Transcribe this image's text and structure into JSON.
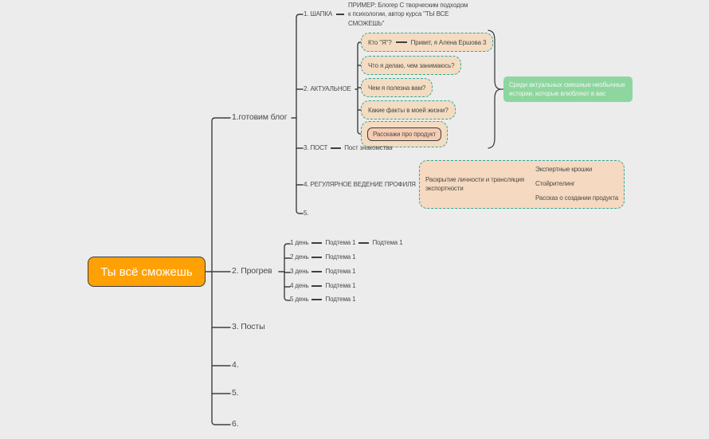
{
  "root": {
    "label": "Ты всё сможешь"
  },
  "colors": {
    "background": "#ececec",
    "root_fill": "#ffa104",
    "root_text": "#ffffff",
    "line": "#3f3f3f",
    "text": "#4a4a4a",
    "topic_fill": "#f3dcc1",
    "dashed_border": "#2fa89e",
    "highlight_fill": "#f6ccb2",
    "summary_fill": "#8ed69f",
    "summary_text": "#f0f8f0"
  },
  "blog": {
    "label": "1.готовим блог",
    "shapka": {
      "label": "1. ШАПКА",
      "note": "ПРИМЕР:  Блогер С творческим подходом\nк психологии, автор курса \"ТЫ ВСЕ\nСМОЖЕШЬ\""
    },
    "aktualnoe": {
      "label": "2. АКТУАЛЬНОЕ",
      "items": [
        {
          "label": "Кто \"Я\"?",
          "detail": "Привет, я Алена Ершова 3"
        },
        {
          "label": "Что я делаю, чем занимаюсь?"
        },
        {
          "label": "Чем я полезна вам?"
        },
        {
          "label": "Какие факты в моей жизни?"
        },
        {
          "label": "Расскажи про продукт"
        }
      ],
      "summary": "Среди актуальных смешные необычные истории, которые влюбляют в вас"
    },
    "post": {
      "label": "3. ПОСТ",
      "child": "Пост знакомства"
    },
    "regular": {
      "label": "4. РЕГУЛЯРНОЕ ВЕДЕНИЕ ПРОФИЛЯ",
      "topic": "Раскрытие личности и трансляция экспортности",
      "subtopics": [
        "Экспертные крошки",
        "Стойрителинг",
        "Рассказ о создании продукта"
      ]
    },
    "item5": {
      "label": "5."
    }
  },
  "progrev": {
    "label": "2. Прогрев",
    "days": [
      {
        "label": "1 день",
        "topics": [
          "Подтема 1",
          "Подтема 1"
        ]
      },
      {
        "label": "2 день",
        "topics": [
          "Подтема 1"
        ]
      },
      {
        "label": "3 день",
        "topics": [
          "Подтема 1"
        ]
      },
      {
        "label": "4 день",
        "topics": [
          "Подтема 1"
        ]
      },
      {
        "label": "5 день",
        "topics": [
          "Подтема 1"
        ]
      }
    ]
  },
  "posts": {
    "label": "3. Посты"
  },
  "item4": {
    "label": "4."
  },
  "item5": {
    "label": "5."
  },
  "item6": {
    "label": "6."
  }
}
